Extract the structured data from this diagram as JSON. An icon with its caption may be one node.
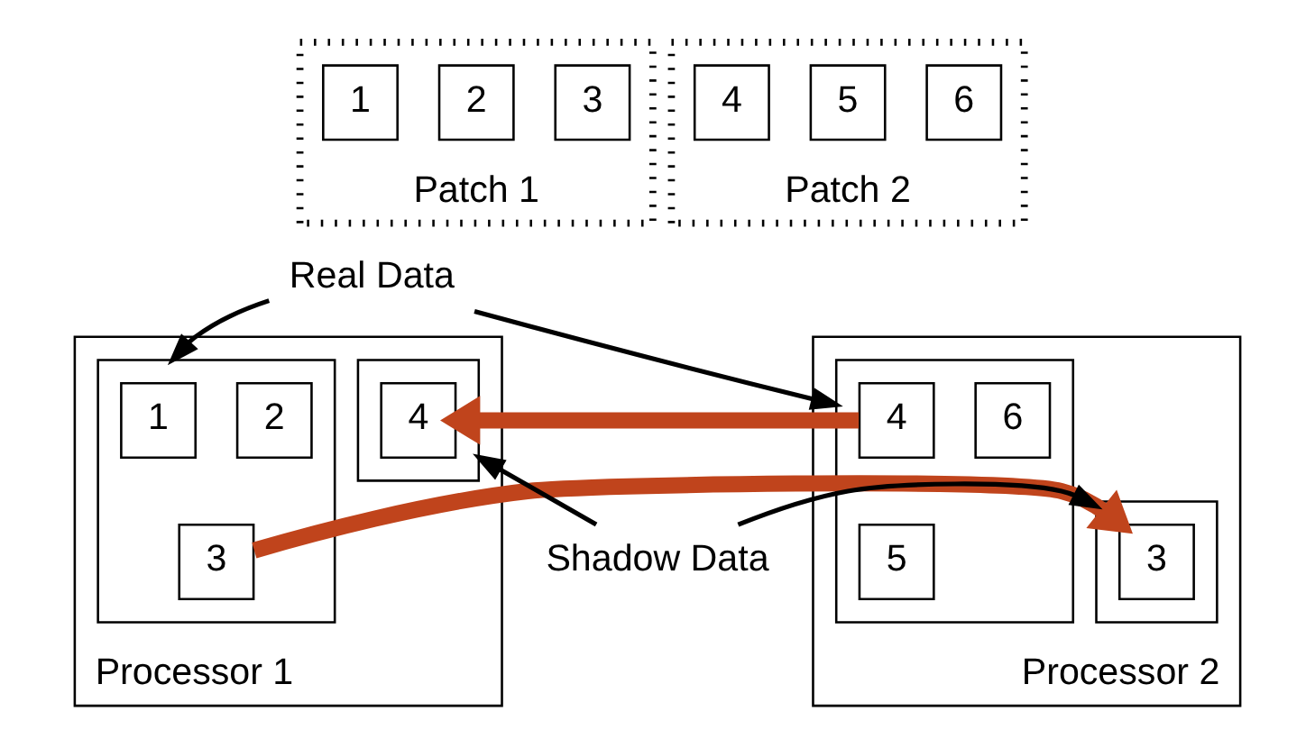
{
  "diagram": {
    "nodes": [
      {
        "text": [
          "Patch 1"
        ]
      },
      {
        "text": [
          "1"
        ],
        "in": 0
      },
      {
        "text": [
          "2"
        ],
        "in": 0
      },
      {
        "text": [
          "3"
        ],
        "in": 0
      },
      {
        "text": [
          "Patch 2"
        ]
      },
      {
        "text": [
          "4"
        ],
        "in": 4
      },
      {
        "text": [
          "5"
        ],
        "in": 4
      },
      {
        "text": [
          "6"
        ],
        "in": 4
      },
      {
        "text": [
          "Real Data"
        ]
      },
      {
        "text": [
          "Processor 1"
        ]
      },
      {
        "text": [],
        "shape": "box",
        "in": 9
      },
      {
        "text": [
          "1"
        ],
        "in": 10
      },
      {
        "text": [
          "2"
        ],
        "in": 10
      },
      {
        "text": [
          "3"
        ],
        "in": 10
      },
      {
        "text": [],
        "shape": "box",
        "in": 9
      },
      {
        "text": [
          "4"
        ],
        "in": 14
      },
      {
        "text": [
          "Processor 2"
        ]
      },
      {
        "text": [],
        "shape": "box",
        "in": 16
      },
      {
        "text": [
          "3"
        ],
        "in": 17
      },
      {
        "text": [],
        "shape": "box",
        "in": 16
      },
      {
        "text": [
          "4"
        ],
        "in": 19
      },
      {
        "text": [
          "6"
        ],
        "in": 19
      },
      {
        "text": [
          "5"
        ],
        "in": 19
      },
      {
        "text": [
          "Shadow Data"
        ]
      }
    ],
    "edges": [
      {
        "from": 8,
        "to": 10,
        "arrow": "to"
      },
      {
        "from": 8,
        "to": 19,
        "arrow": "to"
      },
      {
        "from": 20,
        "to": 15,
        "arrow": "to",
        "style": "thick",
        "color": "#c0441c"
      },
      {
        "from": 13,
        "to": 18,
        "arrow": "to",
        "style": "thick",
        "color": "#c0441c"
      },
      {
        "from": 23,
        "to": 14,
        "arrow": "to"
      },
      {
        "from": 23,
        "to": 17,
        "arrow": "to"
      }
    ]
  }
}
